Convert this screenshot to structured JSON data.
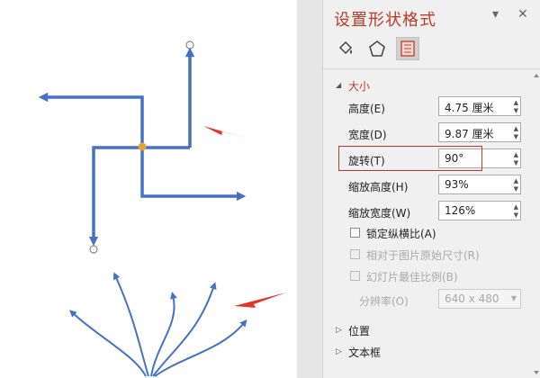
{
  "panel": {
    "title": "设置形状格式",
    "tabs": [
      {
        "icon": "fill-bucket-icon"
      },
      {
        "icon": "pentagon-effects-icon"
      },
      {
        "icon": "size-properties-icon",
        "selected": true
      }
    ],
    "size_section": {
      "label": "大小",
      "height_label": "高度(E)",
      "height_value": "4.75 厘米",
      "width_label": "宽度(D)",
      "width_value": "9.87 厘米",
      "rotation_label": "旋转(T)",
      "rotation_value": "90°",
      "scale_height_label": "缩放高度(H)",
      "scale_height_value": "93%",
      "scale_width_label": "缩放宽度(W)",
      "scale_width_value": "126%",
      "lock_aspect_label": "锁定纵横比(A)",
      "relative_label": "相对于图片原始尺寸(R)",
      "best_scale_label": "幻灯片最佳比例(B)",
      "resolution_label": "分辨率(O)",
      "resolution_value": "640 x 480"
    },
    "position_section": {
      "label": "位置"
    },
    "textbox_section": {
      "label": "文本框"
    }
  },
  "colors": {
    "accent": "#c0392b",
    "arrow_blue": "#4472c4",
    "pointer_red": "#e8332a",
    "handle_orange": "#e6a23c"
  }
}
